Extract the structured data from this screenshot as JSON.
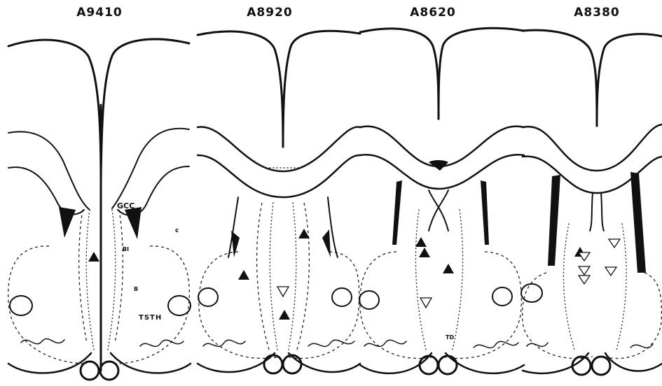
{
  "sections": [
    {
      "label": "A9410"
    },
    {
      "label": "A8920"
    },
    {
      "label": "A8620"
    },
    {
      "label": "A8380"
    }
  ],
  "region_labels": {
    "gcc": "GCC",
    "c": "c",
    "bi": "BI",
    "b": "B",
    "tsth": "TSTH",
    "td": "TD"
  },
  "colors": {
    "ink": "#111111",
    "paper": "#ffffff"
  },
  "markers": [
    {
      "section": 0,
      "type": "filled-triangle"
    },
    {
      "section": 1,
      "type": "filled-triangle"
    },
    {
      "section": 1,
      "type": "filled-triangle"
    },
    {
      "section": 1,
      "type": "open-triangle"
    },
    {
      "section": 1,
      "type": "filled-triangle"
    },
    {
      "section": 2,
      "type": "filled-triangle"
    },
    {
      "section": 2,
      "type": "filled-triangle"
    },
    {
      "section": 2,
      "type": "filled-triangle"
    },
    {
      "section": 2,
      "type": "open-triangle"
    },
    {
      "section": 3,
      "type": "filled-triangle"
    },
    {
      "section": 3,
      "type": "open-triangle"
    },
    {
      "section": 3,
      "type": "open-triangle"
    },
    {
      "section": 3,
      "type": "open-triangle"
    },
    {
      "section": 3,
      "type": "open-triangle"
    },
    {
      "section": 3,
      "type": "open-triangle"
    }
  ]
}
